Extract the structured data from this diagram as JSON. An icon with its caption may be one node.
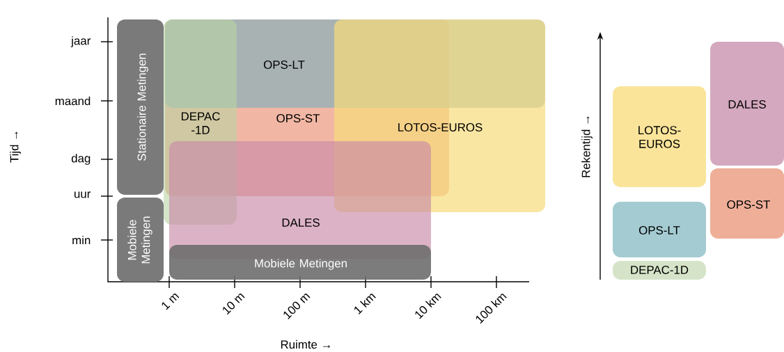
{
  "diagram": {
    "nodes": [
      {
        "text": [
          "Stationaire Metingen"
        ]
      },
      {
        "text": [
          "OPS-LT"
        ]
      },
      {
        "text": [
          "DEPAC -1D"
        ]
      },
      {
        "text": [
          "OPS-ST"
        ]
      },
      {
        "text": [
          "LOTOS-EUROS"
        ]
      },
      {
        "text": [
          "DALES"
        ]
      },
      {
        "text": [
          "Mobiele Metingen"
        ]
      },
      {
        "text": [
          "Mobiele Metingen"
        ]
      },
      {
        "text": [
          "DALES"
        ]
      },
      {
        "text": [
          "LOTOS- EUROS"
        ]
      },
      {
        "text": [
          "OPS-ST"
        ]
      },
      {
        "text": [
          "OPS-LT"
        ]
      },
      {
        "text": [
          "DEPAC-1D"
        ]
      }
    ],
    "labels": [
      "jaar",
      "maand",
      "dag",
      "uur",
      "min",
      "Tijd →",
      "1 m",
      "10 m",
      "100 m",
      "1 km",
      "10 km",
      "100 km",
      "Ruimte →",
      "Rekentijd →"
    ]
  }
}
